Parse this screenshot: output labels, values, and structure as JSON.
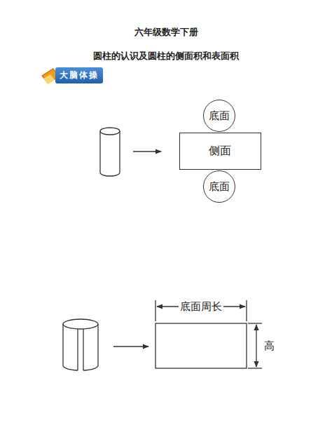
{
  "diagram": {
    "title": "六年级数学下册",
    "nodes": [
      {
        "text": [
          "大脑体操"
        ]
      },
      {
        "text": [
          "底面"
        ]
      },
      {
        "text": [
          "侧面"
        ]
      },
      {
        "text": [
          "底面"
        ]
      }
    ],
    "labels": [
      "圆柱的认识及圆柱的侧面积和表面积",
      "底面周长",
      "高"
    ]
  }
}
